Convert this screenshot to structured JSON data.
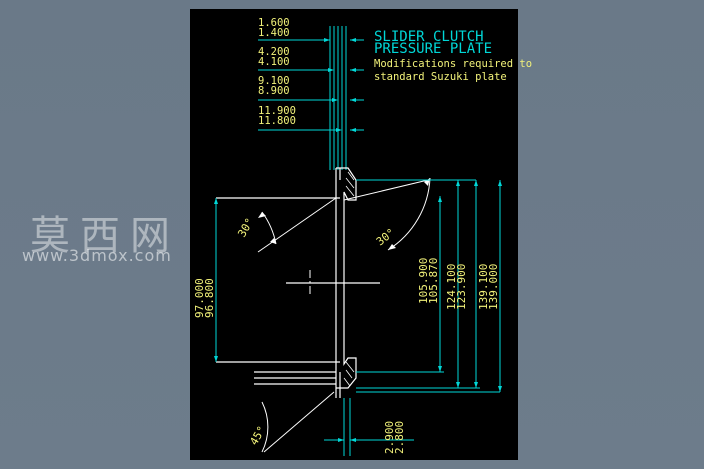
{
  "drawing": {
    "title_line1": "SLIDER CLUTCH",
    "title_line2": "PRESSURE PLATE",
    "note_line1": "Modifications required to",
    "note_line2": "standard Suzuki plate",
    "colors": {
      "background": "#6b7a89",
      "sheet": "#000000",
      "dimension": "#00d7d7",
      "text": "#f2f27a",
      "geometry": "#ffffff",
      "title": "#00d7d7"
    }
  },
  "dims": {
    "d1a": "1.600",
    "d1b": "1.400",
    "d2a": "4.200",
    "d2b": "4.100",
    "d3a": "9.100",
    "d3b": "8.900",
    "d4a": "11.900",
    "d4b": "11.800",
    "angle_left": "30°",
    "angle_right": "30°",
    "angle_bottom": "45°",
    "dia1a": "97.000",
    "dia1b": "96.800",
    "dia2a": "105.900",
    "dia2b": "105.870",
    "dia3a": "124.100",
    "dia3b": "123.900",
    "dia4a": "139.100",
    "dia4b": "139.000",
    "thk_a": "2.900",
    "thk_b": "2.800"
  },
  "watermark": {
    "cn": "莫西网",
    "url": "www.3dmox.com"
  }
}
